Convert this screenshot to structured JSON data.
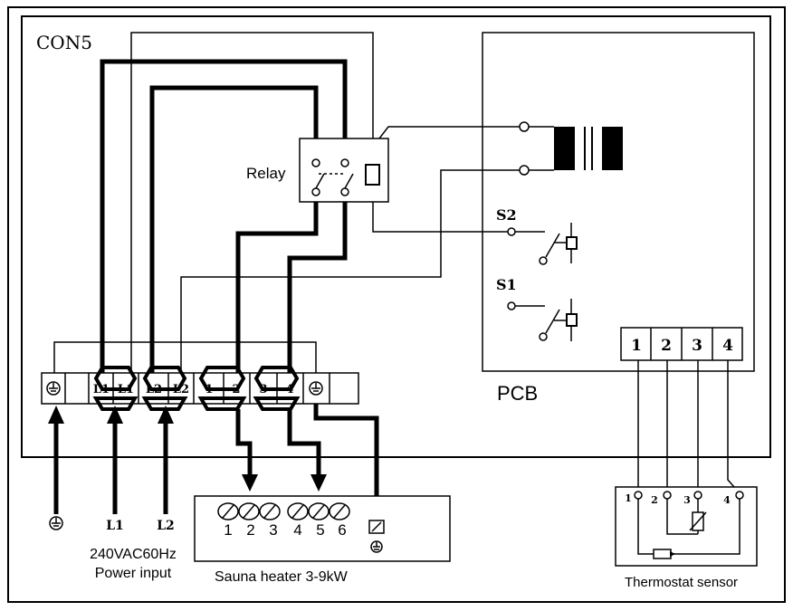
{
  "labels": {
    "con5": "CON5",
    "relay": "Relay",
    "pcb": "PCB",
    "s1": "S1",
    "s2": "S2",
    "power_line1": "240VAC60Hz",
    "power_line2": "Power input",
    "heater": "Sauna heater 3-9kW",
    "thermostat": "Thermostat sensor",
    "input_l1": "L1",
    "input_l2": "L2"
  },
  "terminal_block": [
    "L1",
    "L1",
    "L2",
    "L2",
    "1",
    "2",
    "3",
    "4"
  ],
  "pcb_connector": [
    "1",
    "2",
    "3",
    "4"
  ],
  "heater_terminals": [
    "1",
    "2",
    "3",
    "4",
    "5",
    "6"
  ],
  "sensor_terminals": [
    "1",
    "2",
    "3",
    "4"
  ]
}
